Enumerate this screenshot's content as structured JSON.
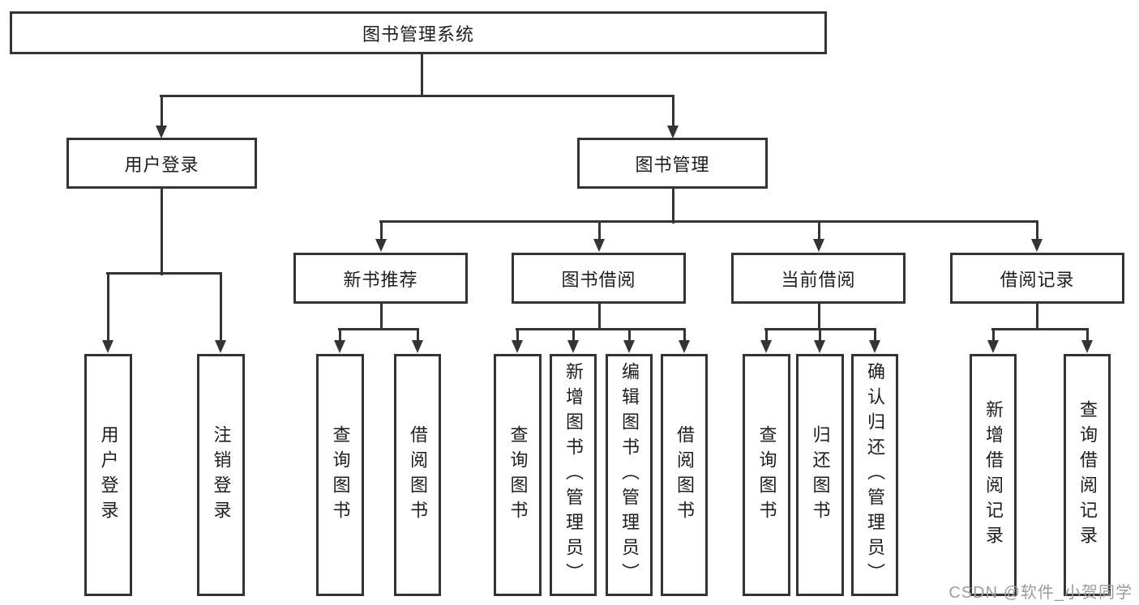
{
  "diagram": {
    "title": "图书管理系统",
    "type": "hierarchy-tree",
    "colors": {
      "line": "#343434",
      "box_border": "#343434",
      "text": "#1e1e1e",
      "watermark": "#9c9c9c",
      "background": "#ffffff"
    },
    "nodes": {
      "root": "图书管理系统",
      "user_login": "用户登录",
      "book_mgmt": "图书管理",
      "new_rec": "新书推荐",
      "book_borrow": "图书借阅",
      "current_borrow": "当前借阅",
      "borrow_record": "借阅记录",
      "ul_login": "用户登录",
      "ul_logout": "注销登录",
      "nr_query": "查询图书",
      "nr_borrow": "借阅图书",
      "bb_query": "查询图书",
      "bb_add": "新增图书（管理员）",
      "bb_edit": "编辑图书（管理员）",
      "bb_borrow": "借阅图书",
      "cb_query": "查询图书",
      "cb_return": "归还图书",
      "cb_confirm": "确认归还（管理员）",
      "br_add": "新增借阅记录",
      "br_query": "查询借阅记录"
    },
    "structure": {
      "root": "图书管理系统",
      "children": [
        {
          "label": "用户登录",
          "children": [
            "用户登录",
            "注销登录"
          ]
        },
        {
          "label": "图书管理",
          "children": [
            {
              "label": "新书推荐",
              "children": [
                "查询图书",
                "借阅图书"
              ]
            },
            {
              "label": "图书借阅",
              "children": [
                "查询图书",
                "新增图书（管理员）",
                "编辑图书（管理员）",
                "借阅图书"
              ]
            },
            {
              "label": "当前借阅",
              "children": [
                "查询图书",
                "归还图书",
                "确认归还（管理员）"
              ]
            },
            {
              "label": "借阅记录",
              "children": [
                "新增借阅记录",
                "查询借阅记录"
              ]
            }
          ]
        }
      ]
    },
    "watermark": "CSDN @软件_小贺同学"
  }
}
